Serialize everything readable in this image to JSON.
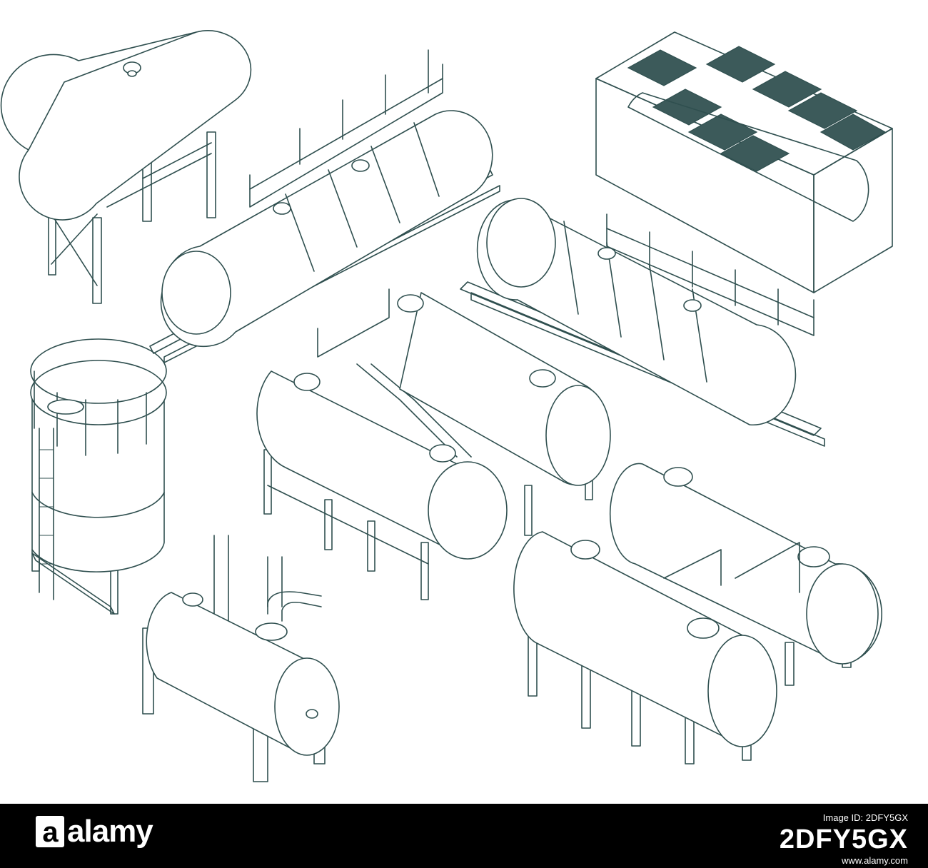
{
  "illustration": {
    "stroke_color": "#2f4f4f",
    "background_color": "#ffffff",
    "objects": [
      "horizontal-tank-on-stand",
      "tank-on-skid-with-catwalk",
      "tank-container-frame",
      "tank-on-skid-with-catwalk-2",
      "vertical-silo-with-ladder",
      "twin-tanks-with-stairs",
      "tank-with-pipe",
      "twin-tanks-with-platform"
    ]
  },
  "footer": {
    "background": "#000000",
    "brand": {
      "mark": "a",
      "text": "alamy"
    },
    "image_id_label": "Image ID: 2DFY5GX",
    "image_id": "2DFY5GX",
    "site_url": "www.alamy.com"
  }
}
